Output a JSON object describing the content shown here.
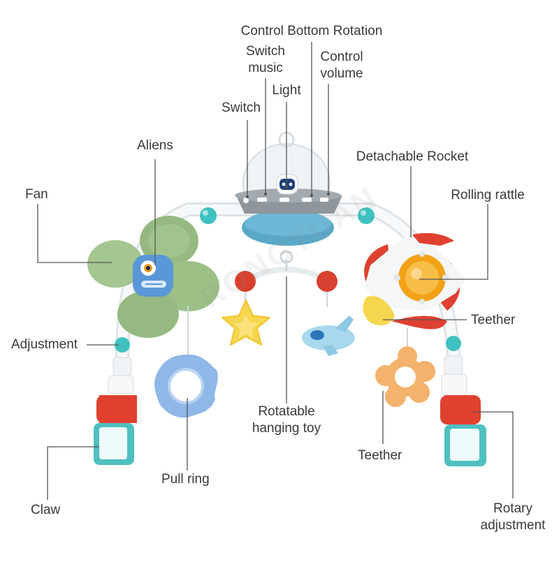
{
  "labels": {
    "control_bottom_rotation": "Control Bottom Rotation",
    "switch_music": "Switch\nmusic",
    "control_volume": "Control\nvolume",
    "light": "Light",
    "switch": "Switch",
    "aliens": "Aliens",
    "detachable_rocket": "Detachable Rocket",
    "fan": "Fan",
    "rolling_rattle": "Rolling rattle",
    "teether_right": "Teether",
    "adjustment": "Adjustment",
    "rotatable_hanging_toy": "Rotatable\nhanging toy",
    "teether_bottom": "Teether",
    "pull_ring": "Pull ring",
    "claw": "Claw",
    "rotary_adjustment": "Rotary\nadjustment"
  },
  "watermark": "RONGYUAN",
  "colors": {
    "arch": "#f2f4f6",
    "ufo_top": "#e8eef2",
    "ufo_band": "#8f969b",
    "ufo_bowl": "#5aa8c8",
    "rocket_red": "#e0402f",
    "rattle_orange": "#f5a21c",
    "fan_green": "#95b980",
    "pull_ring_blue": "#8fb7e8",
    "teether_orange": "#f4b26c",
    "star_yellow": "#f6d64e",
    "ball_red": "#d8402f",
    "plane_blue": "#a9d8ee",
    "claw_red": "#e0412f",
    "claw_teal": "#4fc0c0",
    "joint_teal": "#40c0c0",
    "leader_line": "#555555",
    "label_text": "#3a3a3a"
  }
}
